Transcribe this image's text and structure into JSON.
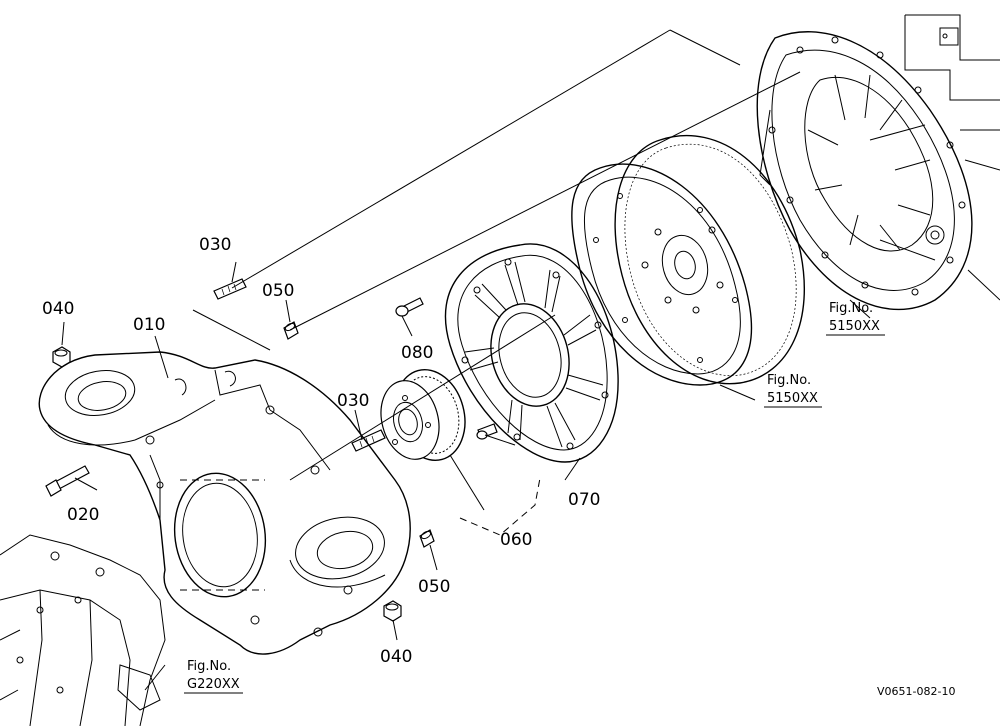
{
  "parts": [
    {
      "id": "p030a",
      "label": "030"
    },
    {
      "id": "p050a",
      "label": "050"
    },
    {
      "id": "p040a",
      "label": "040"
    },
    {
      "id": "p010",
      "label": "010"
    },
    {
      "id": "p080",
      "label": "080"
    },
    {
      "id": "p030b",
      "label": "030"
    },
    {
      "id": "p020",
      "label": "020"
    },
    {
      "id": "p070",
      "label": "070"
    },
    {
      "id": "p060",
      "label": "060"
    },
    {
      "id": "p050b",
      "label": "050"
    },
    {
      "id": "p040b",
      "label": "040"
    }
  ],
  "fig_refs": [
    {
      "id": "f1",
      "line1": "Fig.No.",
      "line2": "5150XX"
    },
    {
      "id": "f2",
      "line1": "Fig.No.",
      "line2": "5150XX"
    },
    {
      "id": "f3",
      "line1": "Fig.No.",
      "line2": "G220XX"
    }
  ],
  "drawing_id": "V0651-082-10"
}
